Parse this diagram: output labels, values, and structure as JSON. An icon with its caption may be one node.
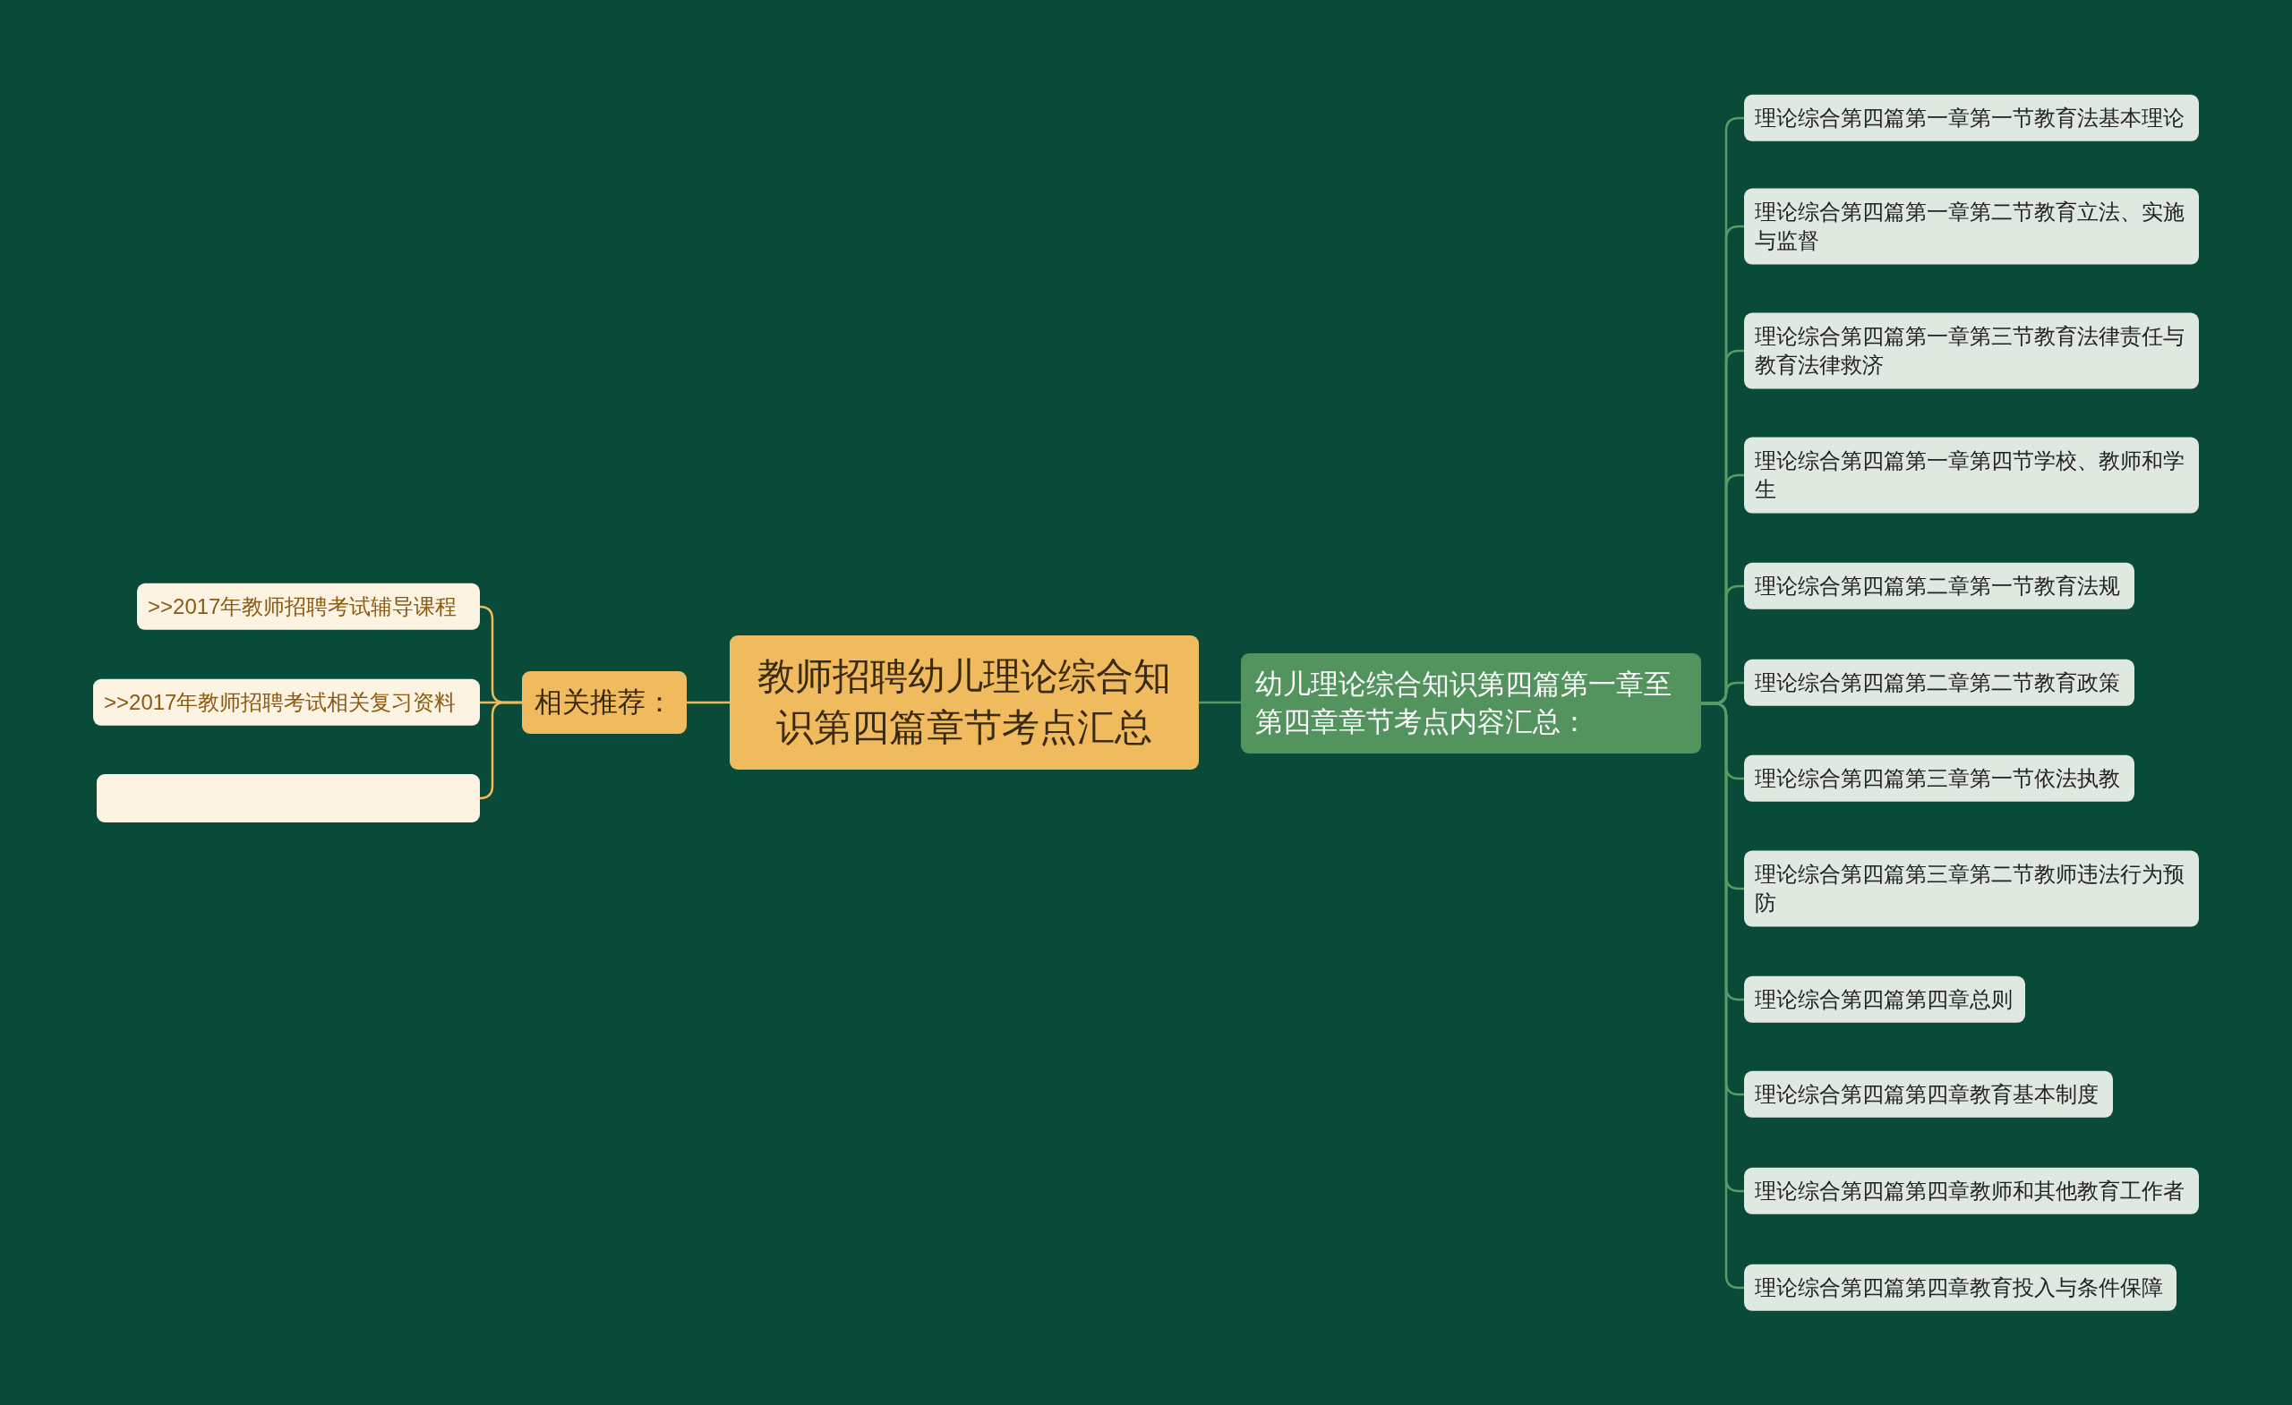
{
  "diagram": {
    "nodes": [
      {
        "text": [
          "教师招聘幼儿理论综合知识第四篇章节考点汇总"
        ]
      },
      {
        "text": [
          "幼儿理论综合知识第四篇第一章至第四章章节考点内容汇总："
        ]
      },
      {
        "text": [
          "理论综合第四篇第一章第一节教育法基本理论"
        ]
      },
      {
        "text": [
          "理论综合第四篇第一章第二节教育立法、实施与监督"
        ]
      },
      {
        "text": [
          "理论综合第四篇第一章第三节教育法律责任与教育法律救济"
        ]
      },
      {
        "text": [
          "理论综合第四篇第一章第四节学校、教师和学生"
        ]
      },
      {
        "text": [
          "理论综合第四篇第二章第一节教育法规"
        ]
      },
      {
        "text": [
          "理论综合第四篇第二章第二节教育政策"
        ]
      },
      {
        "text": [
          "理论综合第四篇第三章第一节依法执教"
        ]
      },
      {
        "text": [
          "理论综合第四篇第三章第二节教师违法行为预防"
        ]
      },
      {
        "text": [
          "理论综合第四篇第四章总则"
        ]
      },
      {
        "text": [
          "理论综合第四篇第四章教育基本制度"
        ]
      },
      {
        "text": [
          "理论综合第四篇第四章教师和其他教育工作者"
        ]
      },
      {
        "text": [
          "理论综合第四篇第四章教育投入与条件保障"
        ]
      },
      {
        "text": [
          "相关推荐："
        ]
      },
      {
        "text": [
          ">>2017年教师招聘考试辅导课程"
        ]
      },
      {
        "text": [
          ">>2017年教师招聘考试相关复习资料"
        ]
      },
      {
        "text": [],
        "shape": "box"
      }
    ],
    "edges": [
      {
        "from": 0,
        "to": 1,
        "arrow": "none"
      },
      {
        "from": 1,
        "to": 2,
        "arrow": "none"
      },
      {
        "from": 1,
        "to": 3,
        "arrow": "none"
      },
      {
        "from": 1,
        "to": 4,
        "arrow": "none"
      },
      {
        "from": 1,
        "to": 5,
        "arrow": "none"
      },
      {
        "from": 1,
        "to": 6,
        "arrow": "none"
      },
      {
        "from": 1,
        "to": 7,
        "arrow": "none"
      },
      {
        "from": 1,
        "to": 8,
        "arrow": "none"
      },
      {
        "from": 1,
        "to": 9,
        "arrow": "none"
      },
      {
        "from": 1,
        "to": 10,
        "arrow": "none"
      },
      {
        "from": 1,
        "to": 11,
        "arrow": "none"
      },
      {
        "from": 1,
        "to": 12,
        "arrow": "none"
      },
      {
        "from": 1,
        "to": 13,
        "arrow": "none"
      },
      {
        "from": 0,
        "to": 14,
        "arrow": "none",
        "color": "#f0bb5e"
      },
      {
        "from": 14,
        "to": 15,
        "arrow": "none",
        "color": "#f0bb5e"
      },
      {
        "from": 14,
        "to": 16,
        "arrow": "none",
        "color": "#f0bb5e"
      },
      {
        "from": 14,
        "to": 17,
        "arrow": "none",
        "color": "#f0bb5e"
      }
    ]
  }
}
